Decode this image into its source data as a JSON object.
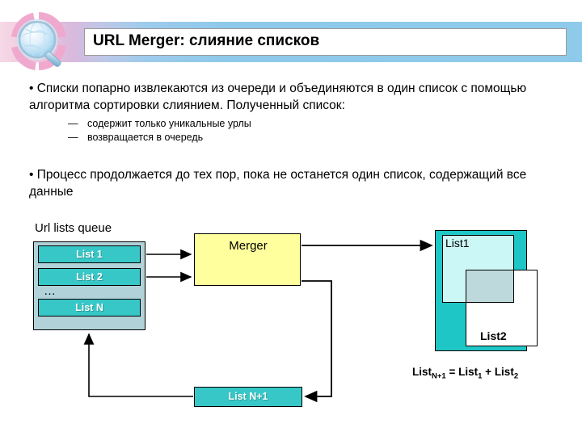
{
  "slide": {
    "title": "URL Merger: слияние списков",
    "logo_icon": "magnifier-globe-logo"
  },
  "content": {
    "paragraph_1": "• Списки попарно извлекаются из очереди и объединяются в один список с помощью алгоритма сортировки слиянием. Полученный список:",
    "sub_items": [
      {
        "mark": "—",
        "text": "содержит только уникальные урлы"
      },
      {
        "mark": "—",
        "text": "возвращается в очередь"
      }
    ],
    "paragraph_2": "• Процесс продолжается до тех пор, пока не останется один список, содержащий все данные"
  },
  "diagram": {
    "queue_label": "Url lists queue",
    "queue_items": [
      "List 1",
      "List 2",
      "List N"
    ],
    "queue_ellipsis": "…",
    "merger_label": "Merger",
    "result_box": {
      "list1_label": "List1",
      "list2_label": "List2"
    },
    "formula": {
      "lhs": "List",
      "lhs_sub": "N+1",
      "eq": " = ",
      "op1": "List",
      "op1_sub": "1",
      "plus": " + ",
      "op2": "List",
      "op2_sub": "2"
    },
    "output_label": "List N+1"
  },
  "colors": {
    "band_blue": "#8ecae9",
    "band_pink": "#f6d9e6",
    "teal": "#37c7c7",
    "queue_bg": "#b2d2d9",
    "merger_yellow": "#ffff9e",
    "list1_cyan": "#ccf7f7",
    "overlap_gray": "#bdd9dc",
    "outer_teal": "#1fc6c6"
  }
}
